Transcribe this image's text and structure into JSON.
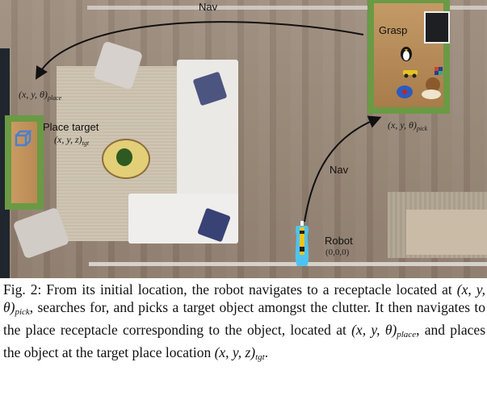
{
  "figure": {
    "labels": {
      "nav_top": "Nav",
      "nav_right": "Nav",
      "grasp": "Grasp",
      "place_target": "Place target",
      "robot": "Robot",
      "robot_coord": "(0,0,0)",
      "pick_pose_main": "(x, y, θ)",
      "pick_pose_sub": "pick",
      "place_pose_main": "(x, y, θ)",
      "place_pose_sub": "place",
      "tgt_main": "(x, y, z)",
      "tgt_sub": "tgt"
    },
    "colors": {
      "receptacle_border": "#6a9a44",
      "target_cube": "#4d7fd0",
      "nav_arrow": "#111111"
    }
  },
  "caption": {
    "fig_label": "Fig. 2:",
    "part1": " From its initial location, the robot navigates to a receptacle located at ",
    "math1_main": "(x, y, θ)",
    "math1_sub": "pick",
    "part2": ", searches for, and picks a target object amongst the clutter. It then navigates to the place receptacle corresponding to the object, located at ",
    "math2_main": "(x, y, θ)",
    "math2_sub": "place",
    "part3": ", and places the object at the target place location ",
    "math3_main": "(x, y, z)",
    "math3_sub": "tgt",
    "part4": "."
  }
}
